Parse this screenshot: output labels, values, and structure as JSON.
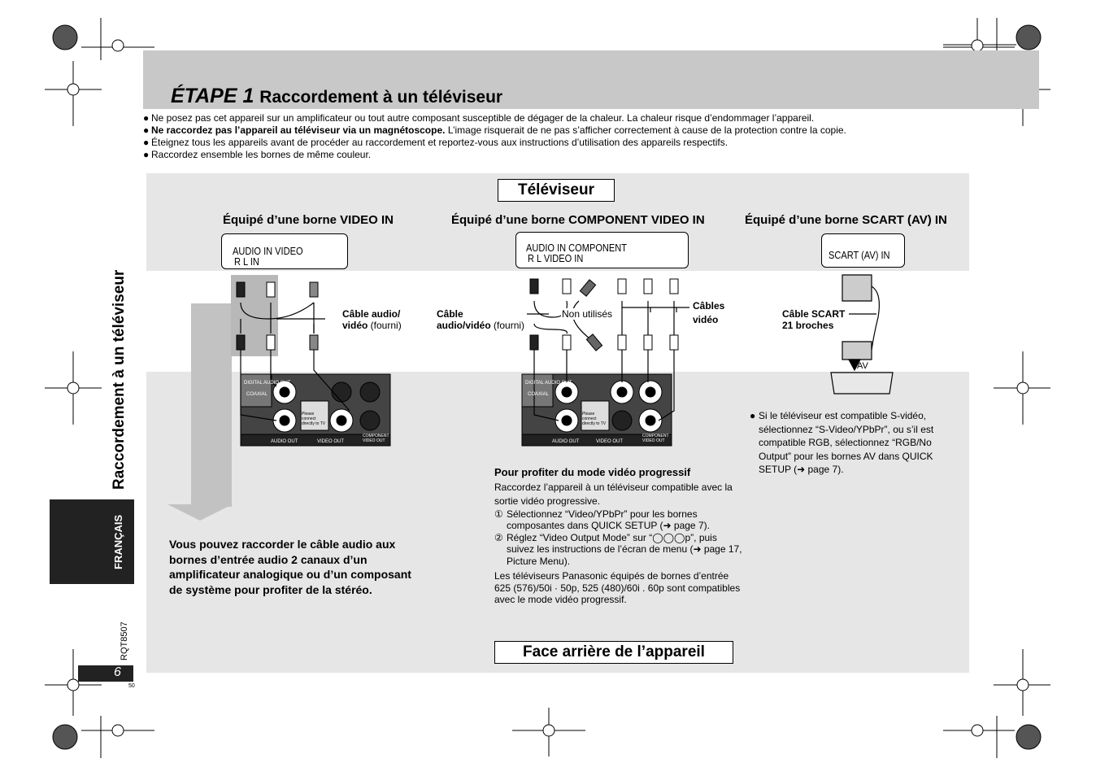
{
  "header": {
    "step": "ÉTAPE 1",
    "title": "Raccordement à un téléviseur"
  },
  "bullets": [
    {
      "bold": "",
      "text": "Ne posez pas cet appareil sur un amplificateur ou tout autre composant susceptible de dégager de la chaleur. La chaleur risque d’endommager l’appareil."
    },
    {
      "bold": "Ne raccordez pas l’appareil au téléviseur via un magnétoscope.",
      "text": " L’image risquerait de ne pas s’afficher correctement à cause de la protection contre la copie."
    },
    {
      "bold": "",
      "text": "Éteignez tous les appareils avant de procéder au raccordement et reportez-vous aux instructions d’utilisation des appareils respectifs."
    },
    {
      "bold": "",
      "text": "Raccordez ensemble les bornes de même couleur."
    }
  ],
  "labels": {
    "tv": "Téléviseur",
    "rear": "Face arrière de l’appareil"
  },
  "columns": [
    {
      "heading": "Équipé d’une borne VIDEO IN",
      "panel_line1": "AUDIO IN      VIDEO",
      "panel_line2": "R       L            IN"
    },
    {
      "heading": "Équipé d’une borne COMPONENT VIDEO IN",
      "panel_line1": "AUDIO IN                  COMPONENT",
      "panel_line2": "R       L                        VIDEO IN"
    },
    {
      "heading": "Équipé d’une borne SCART (AV) IN",
      "panel_line1": "SCART (AV) IN",
      "panel_line2": ""
    }
  ],
  "captions": {
    "av_cable_bold": "Câble audio/",
    "av_cable_bold2": "vidéo",
    "av_cable_normal": " (fourni)",
    "comp_cable_bold": "Câble",
    "comp_cable_bold2": "audio/vidéo",
    "comp_cable_normal": " (fourni)",
    "unused": "Non utilisés",
    "video_cables_1": "Câbles",
    "video_cables_2": "vidéo",
    "scart_1": "Câble SCART",
    "scart_2": "21 broches",
    "av": "AV"
  },
  "rear_panel": {
    "digital": "DIGITAL AUDIO OUT",
    "coaxial": "COAXIAL",
    "audio_out": "AUDIO OUT",
    "video_out": "VIDEO OUT",
    "component_out": "COMPONENT VIDEO OUT",
    "please": "Please connect directly to TV"
  },
  "stereo_note": "Vous pouvez raccorder le câble audio aux bornes d’entrée audio 2 canaux d’un amplificateur analogique ou d’un composant de système pour profiter de la stéréo.",
  "progressive": {
    "heading": "Pour profiter du mode vidéo progressif",
    "intro": "Raccordez l’appareil à un téléviseur compatible avec la sortie vidéo progressive.",
    "step1_num": "①",
    "step1": "Sélectionnez “Video/YPbPr” pour les bornes composantes dans QUICK SETUP (➜ page 7).",
    "step2_num": "②",
    "step2": "Réglez “Video Output Mode” sur “◯◯◯p”, puis suivez les instructions de l’écran de menu (➜ page 17, Picture Menu).",
    "footer": "Les téléviseurs Panasonic équipés de bornes d’entrée 625 (576)/50i · 50p, 525 (480)/60i . 60p sont compatibles avec le mode vidéo progressif."
  },
  "svideo_note": "Si le téléviseur est compatible S-vidéo, sélectionnez “S-Video/YPbPr”, ou s’il est compatible RGB, sélectionnez “RGB/No Output” pour les bornes AV dans QUICK SETUP (➜ page 7).",
  "side": {
    "title": "Raccordement à un téléviseur",
    "language": "FRANÇAIS",
    "model": "RQT8507",
    "page": "6",
    "sub": "50"
  }
}
